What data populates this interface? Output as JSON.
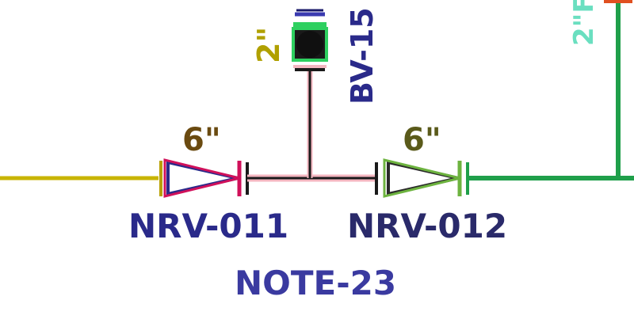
{
  "diagram": {
    "kind": "piping-schematic",
    "valves": [
      {
        "tag": "NRV-011",
        "size": "6\"",
        "symbol": "check-valve"
      },
      {
        "tag": "NRV-012",
        "size": "6\"",
        "symbol": "check-valve"
      },
      {
        "tag": "BV-15",
        "size": "2\"",
        "symbol": "ball-valve"
      }
    ],
    "branch_top_right": {
      "size": "2\"F"
    },
    "note": "NOTE-23"
  },
  "colors": {
    "inlet_line": "#c8b400",
    "main_line": "#1a1a1a",
    "branch_line": "#1f9f4a",
    "valve1_outline": "#d0105a",
    "valve2_outline": "#6db33f",
    "tag_text": "#2a2a8a",
    "note_text": "#3a3aa0"
  }
}
